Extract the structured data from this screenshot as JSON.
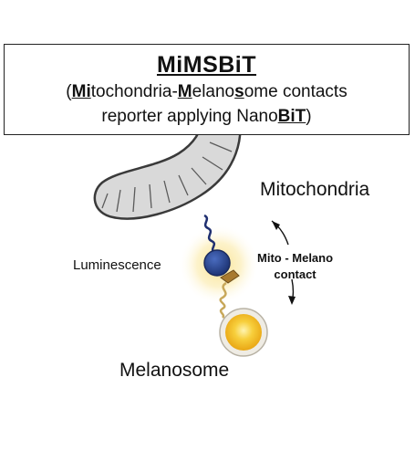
{
  "header": {
    "title": "MiMSBiT",
    "line1": [
      {
        "text": "(",
        "u": false
      },
      {
        "text": "Mi",
        "u": true
      },
      {
        "text": "tochondria-",
        "u": false
      },
      {
        "text": "M",
        "u": true
      },
      {
        "text": "elano",
        "u": false
      },
      {
        "text": "s",
        "u": true
      },
      {
        "text": "ome contacts",
        "u": false
      }
    ],
    "line2": [
      {
        "text": "reporter applying Nano",
        "u": false
      },
      {
        "text": "BiT",
        "u": true
      },
      {
        "text": ")",
        "u": false
      }
    ]
  },
  "labels": {
    "mitochondria": "Mitochondria",
    "luminescence": "Luminescence",
    "contact_line1": "Mito - Melano",
    "contact_line2": "contact",
    "melanosome": "Melanosome"
  },
  "colors": {
    "mito_fill": "#d9d9d9",
    "mito_stroke": "#3a3a3a",
    "large_bit": "#2f4f9a",
    "small_bit": "#a87a2e",
    "linker_blue": "#1f2f70",
    "linker_gold": "#c8a85a",
    "glow": "#f6d36a",
    "melanosome_core": "#f2b820",
    "melanosome_rim": "#d9d3c3"
  }
}
